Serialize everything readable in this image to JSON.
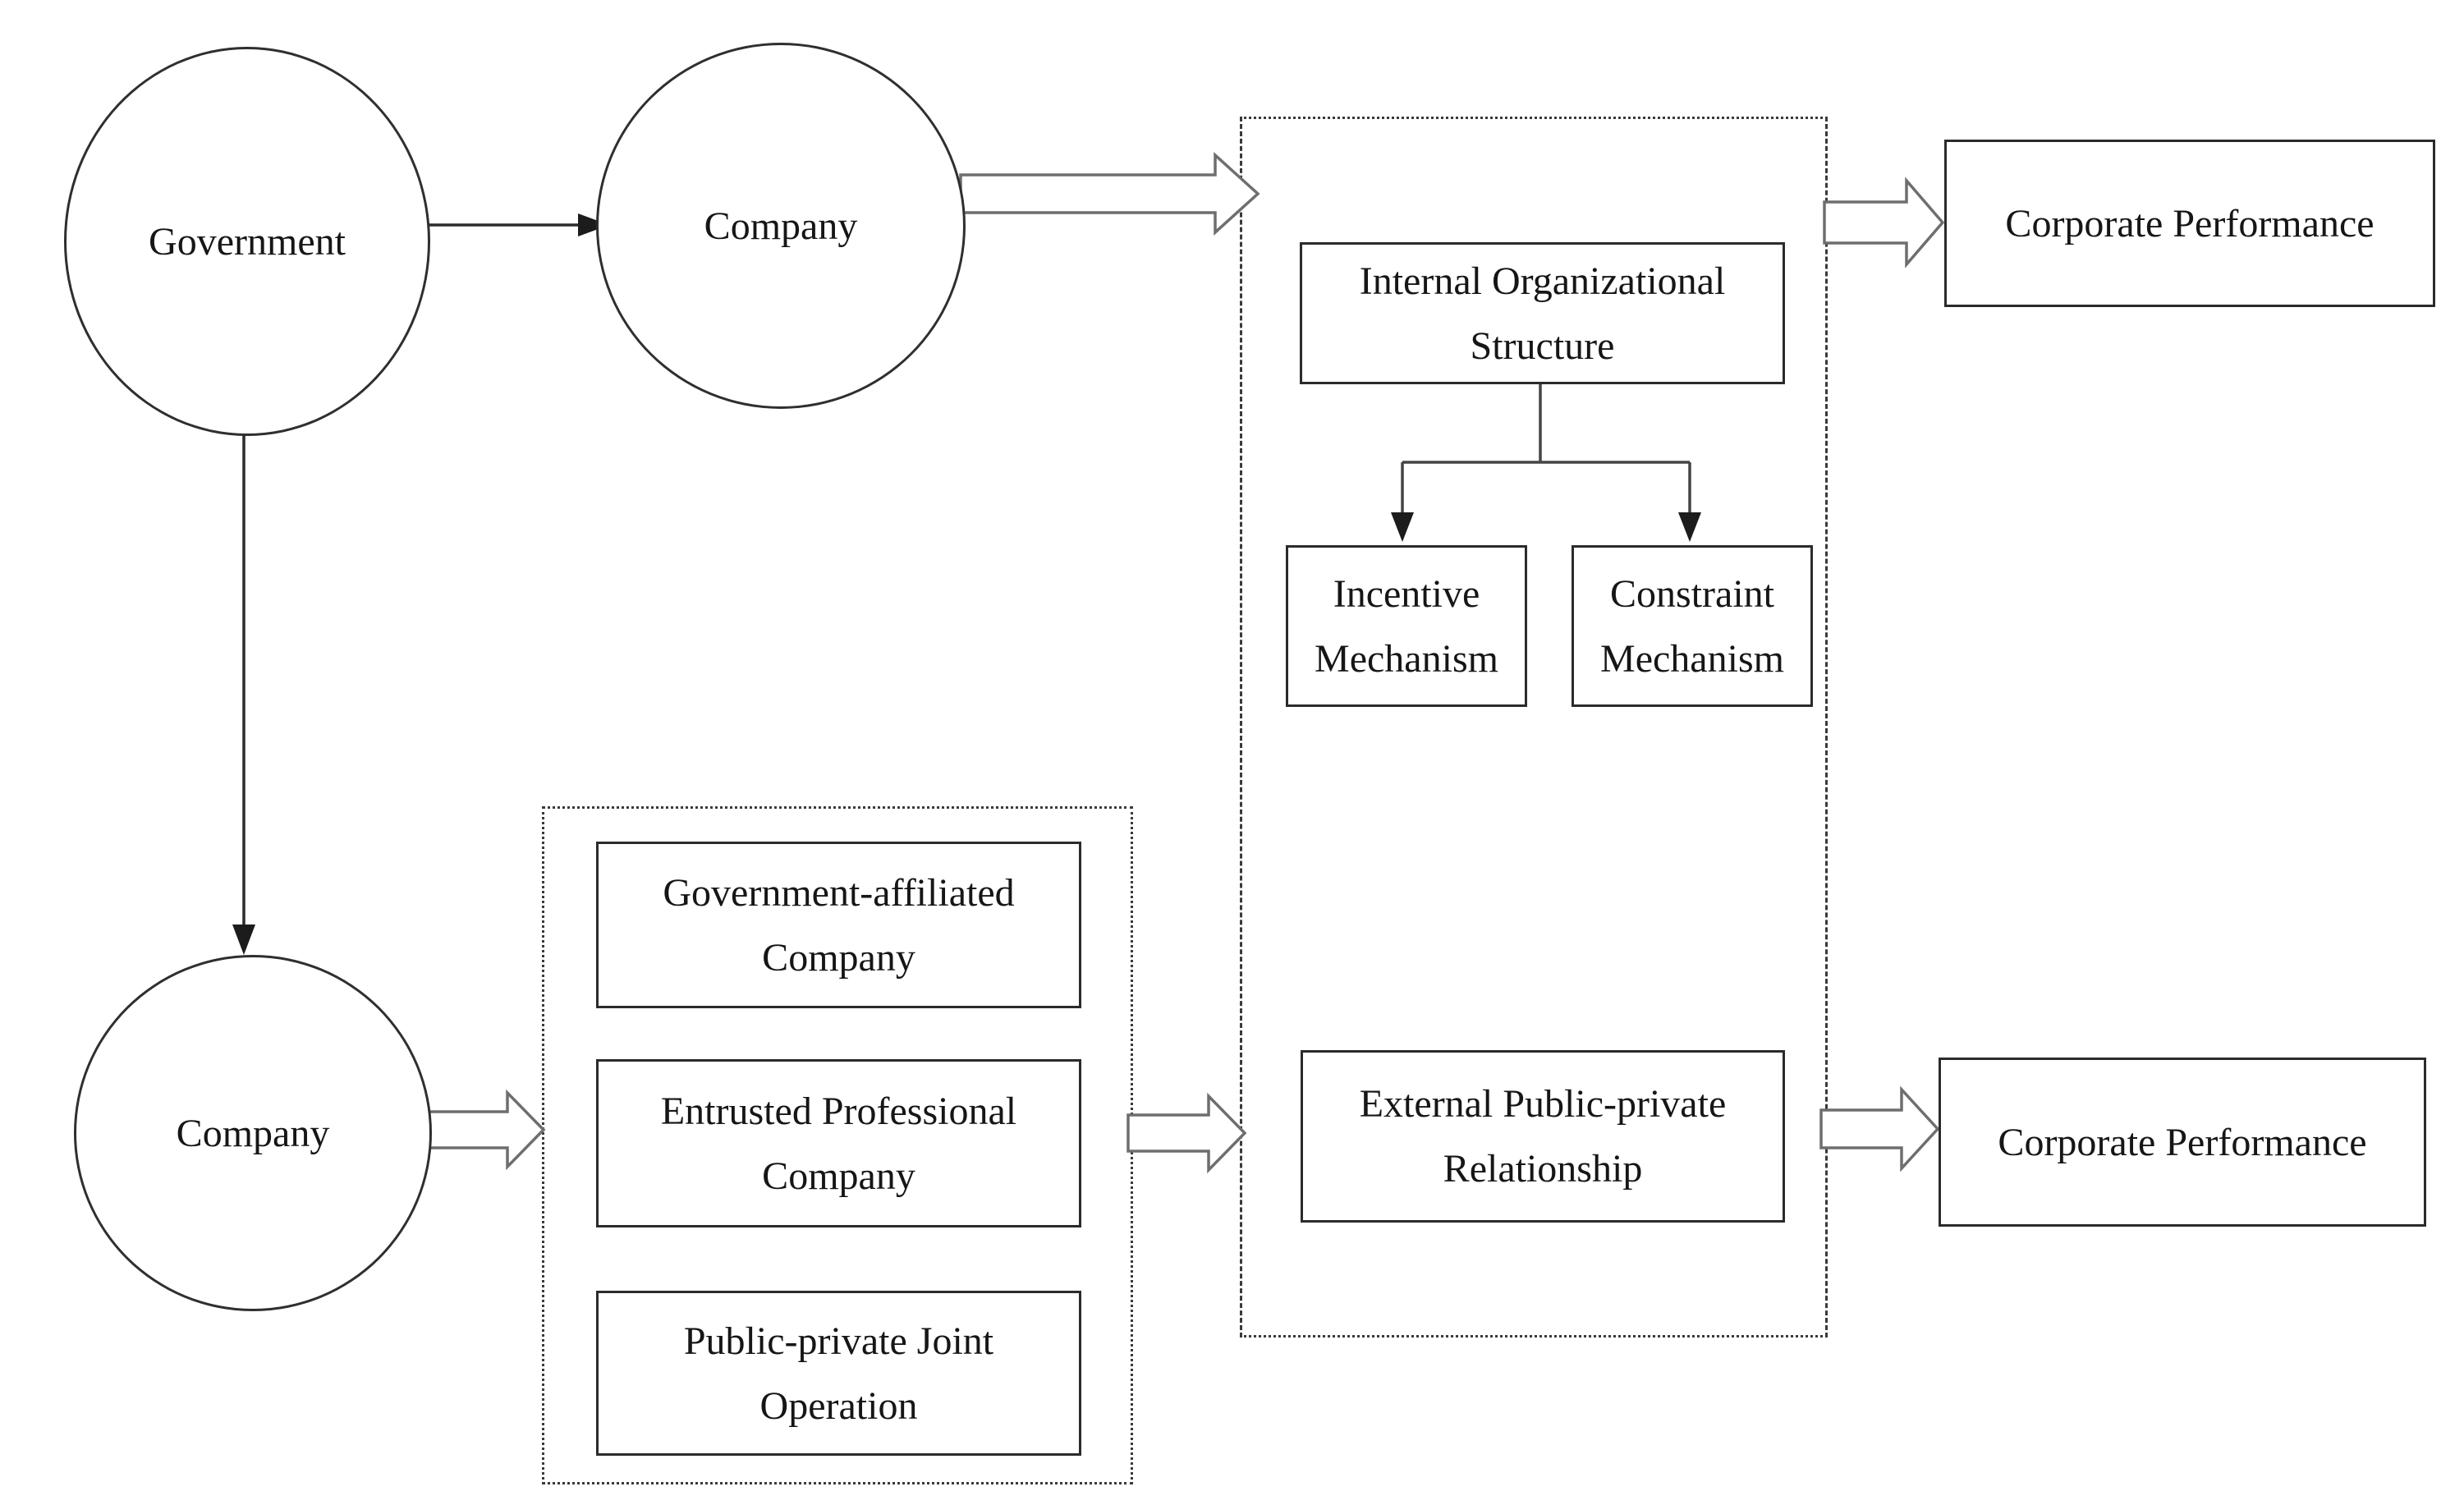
{
  "diagram": {
    "nodes": {
      "government": {
        "label": "Government"
      },
      "company_top": {
        "label": "Company"
      },
      "company_bottom": {
        "label": "Company"
      },
      "internal_structure": {
        "line1": "Internal Organizational",
        "line2": "Structure"
      },
      "incentive_mechanism": {
        "line1": "Incentive",
        "line2": "Mechanism"
      },
      "constraint_mechanism": {
        "line1": "Constraint",
        "line2": "Mechanism"
      },
      "corporate_performance_top": {
        "label": "Corporate Performance"
      },
      "government_affiliated": {
        "line1": "Government-affiliated",
        "line2": "Company"
      },
      "entrusted_professional": {
        "line1": "Entrusted Professional",
        "line2": "Company"
      },
      "public_private_joint": {
        "line1": "Public-private Joint",
        "line2": "Operation"
      },
      "external_relationship": {
        "line1": "External Public-private",
        "line2": "Relationship"
      },
      "corporate_performance_bottom": {
        "label": "Corporate Performance"
      }
    },
    "colors": {
      "background": "#ffffff",
      "solid_border": "#2b2b2b",
      "dashed_border": "#3a3a3a",
      "thin_arrow": "#2b2b2b",
      "block_arrow_outline": "#6e6e6e",
      "block_arrow_fill": "#ffffff",
      "text": "#161616"
    }
  }
}
